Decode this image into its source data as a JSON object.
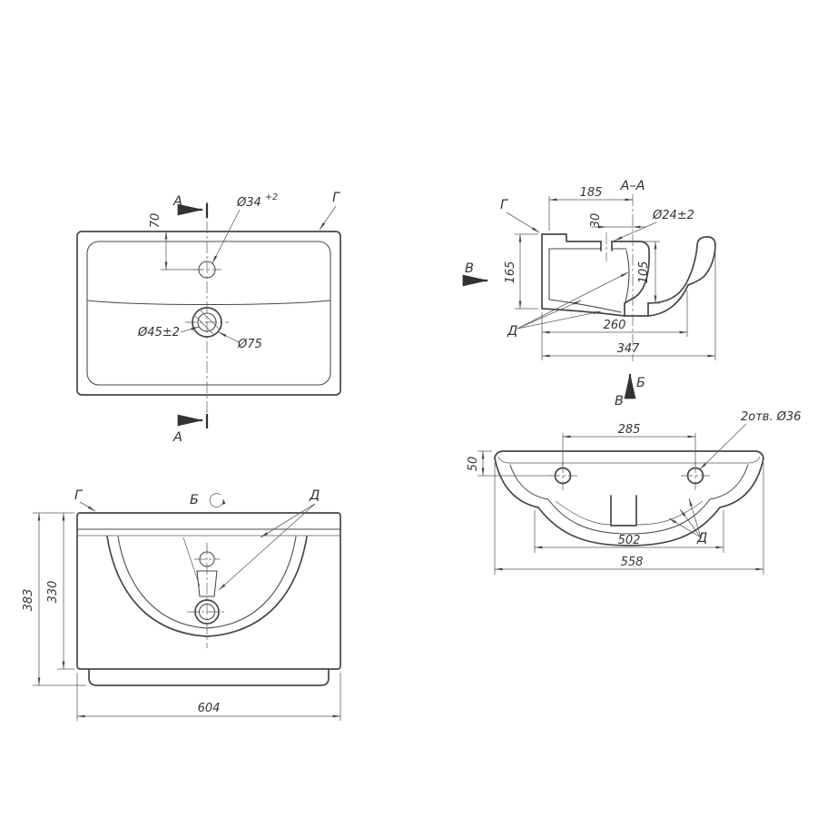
{
  "colors": {
    "background": "#ffffff",
    "line": "#474747",
    "text": "#333333"
  },
  "plan_view": {
    "section_mark_top": "А",
    "section_mark_bottom": "А",
    "surface_label": "Г",
    "dim_70": "70",
    "faucet_hole_dia": "Ø34",
    "faucet_hole_tol": "+2",
    "drain_inner_dia": "Ø45±2",
    "drain_outer_dia": "Ø75"
  },
  "section_view": {
    "title": "А–А",
    "dim_185": "185",
    "dim_30": "30",
    "faucet_hole_dia": "Ø24±2",
    "dim_105": "105",
    "dim_165": "165",
    "dim_260": "260",
    "dim_347": "347",
    "surface_label": "Г",
    "detail_label": "Д",
    "view_v_marker": "В",
    "view_b_marker": "Б"
  },
  "front_view": {
    "title": "Б",
    "surface_label": "Г",
    "detail_label": "Д",
    "dim_383": "383",
    "dim_330": "330",
    "dim_604": "604"
  },
  "bottom_view": {
    "title": "В",
    "holes_note": "2отв. Ø36",
    "dim_285": "285",
    "dim_50": "50",
    "dim_502": "502",
    "dim_558": "558",
    "detail_label": "Д"
  }
}
